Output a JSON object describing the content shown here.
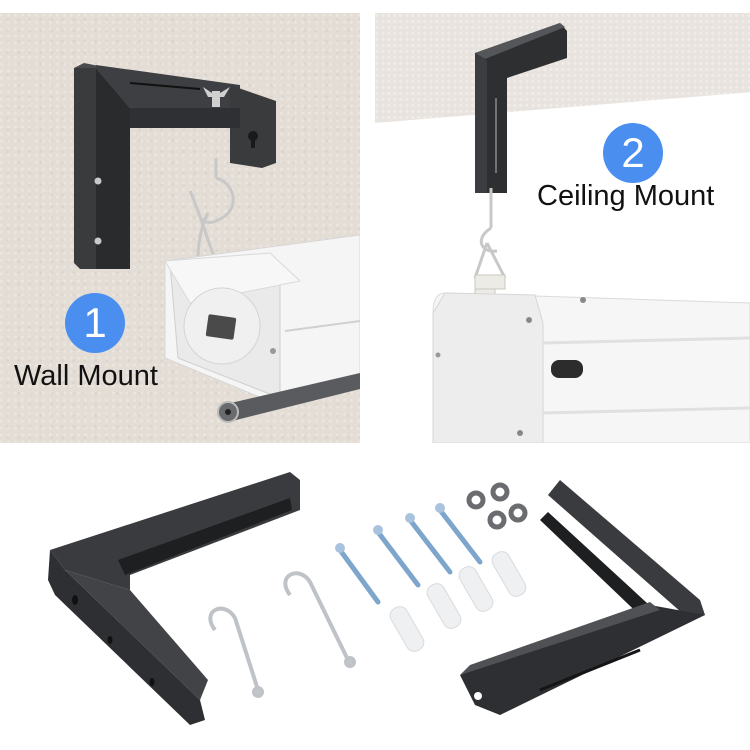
{
  "panels": {
    "wall": {
      "badge_number": "1",
      "label": "Wall Mount"
    },
    "ceiling": {
      "badge_number": "2",
      "label": "Ceiling Mount"
    }
  },
  "kit": {
    "brackets": 2,
    "hooks": 2,
    "screws": 4,
    "wall_anchors": 4,
    "washers": 4
  },
  "colors": {
    "badge_blue": "#4a8ef0",
    "bracket_black": "#2b2c2e",
    "wall_beige": "#e4ddd6",
    "screw_blue": "#8fb3d6",
    "anchor_white": "#eef0f2"
  }
}
